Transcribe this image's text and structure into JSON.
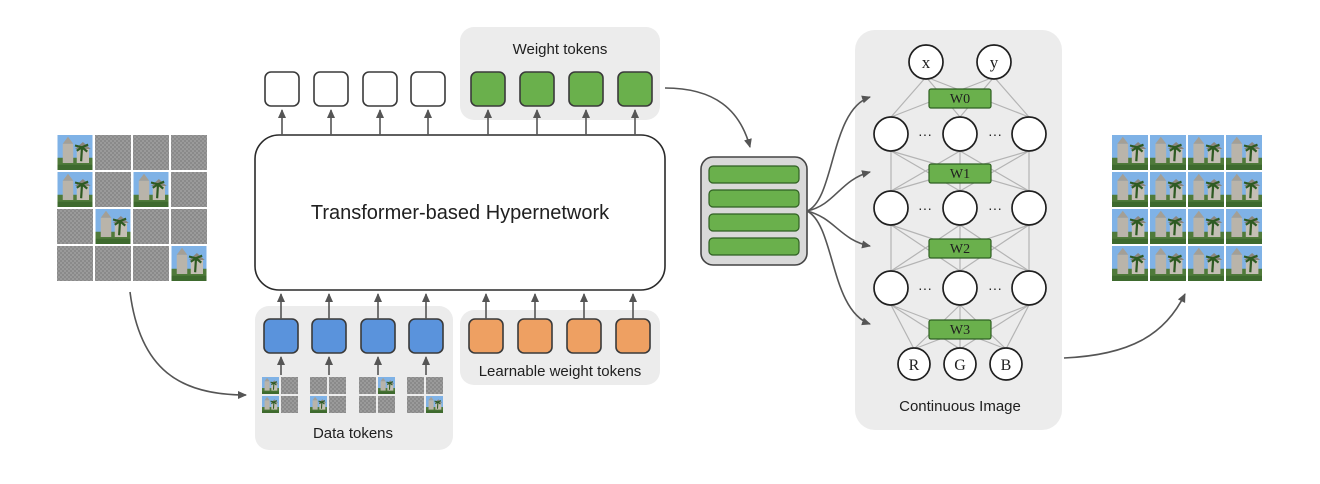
{
  "labels": {
    "hypernetwork": "Transformer-based Hypernetwork",
    "weight_tokens": "Weight tokens",
    "data_tokens": "Data tokens",
    "learnable_weight_tokens": "Learnable weight tokens",
    "continuous_image": "Continuous Image"
  },
  "mlp": {
    "inputs": [
      "x",
      "y"
    ],
    "outputs": [
      "R",
      "G",
      "B"
    ],
    "weights": [
      "W0",
      "W1",
      "W2",
      "W3"
    ],
    "ellipsis": "···"
  },
  "colors": {
    "data_token": "#5a93dc",
    "learnable_token": "#eea062",
    "weight_token": "#6ab04c",
    "panel": "#ececec",
    "empty_token": "#ffffff"
  },
  "icons": {
    "input_image": "masked-patch-grid-image",
    "output_image": "reconstructed-church-image",
    "data_patch": "image-patch-thumbnail"
  }
}
